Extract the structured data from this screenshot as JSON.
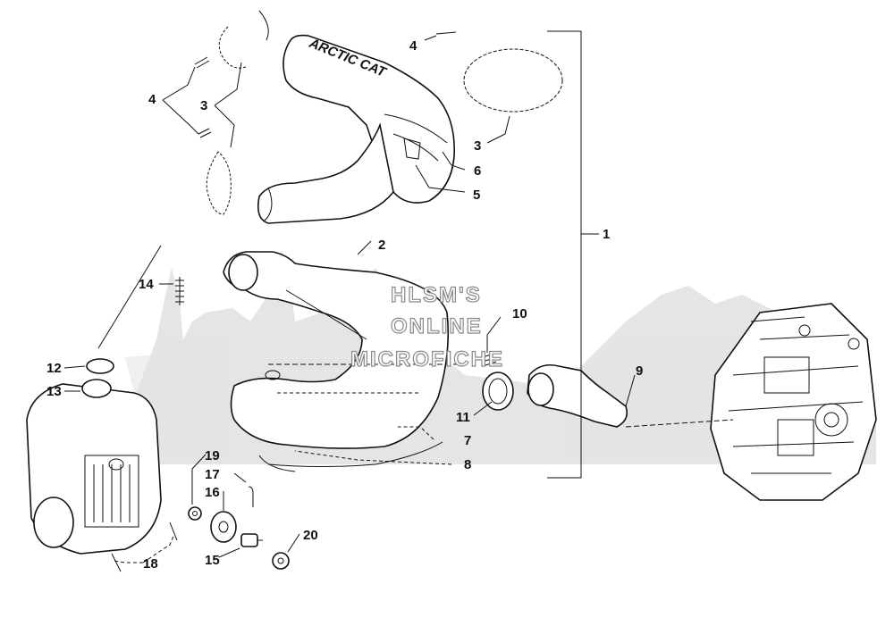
{
  "watermark": {
    "line1": "HLSM'S",
    "line2": "ONLINE",
    "line3": "MICROFICHE"
  },
  "decal_text": "ARCTIC CAT",
  "callouts": {
    "c1": "1",
    "c2": "2",
    "c3a": "3",
    "c3b": "3",
    "c4a": "4",
    "c4b": "4",
    "c5": "5",
    "c6": "6",
    "c7": "7",
    "c8": "8",
    "c9": "9",
    "c10": "10",
    "c11": "11",
    "c12": "12",
    "c13": "13",
    "c14": "14",
    "c15": "15",
    "c16": "16",
    "c17": "17",
    "c18": "18",
    "c19": "19",
    "c20": "20"
  }
}
